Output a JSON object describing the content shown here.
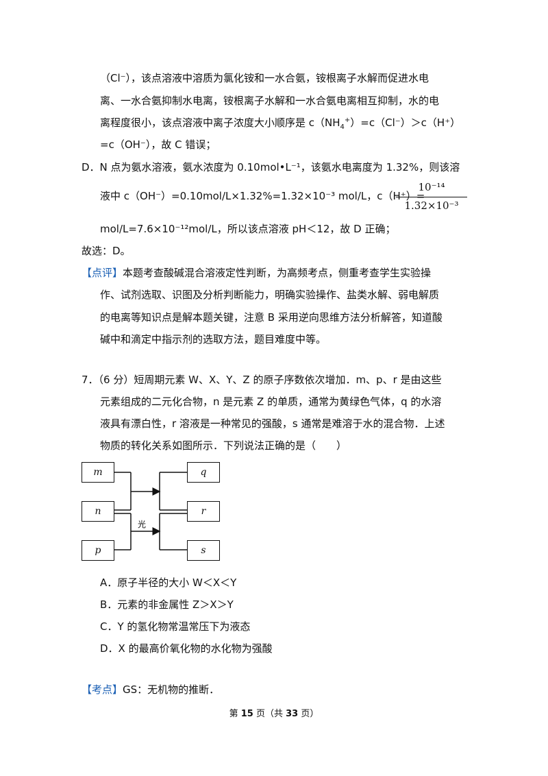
{
  "analysis_c": {
    "line1": "（Cl⁻），该点溶液中溶质为氯化铵和一水合氨，铵根离子水解而促进水电",
    "line2": "离、一水合氨抑制水电离，铵根离子水解和一水合氨电离相互抑制，水的电",
    "line3_a": "离程度很小，该点溶液中离子浓度大小顺序是 c（NH",
    "line3_sub": "4",
    "line3_sup": "+",
    "line3_b": "）=c（Cl⁻）＞c（H⁺）",
    "line4": "=c（OH⁻），故 C 错误；"
  },
  "analysis_d": {
    "line1": "D．N 点为氨水溶液，氨水浓度为 0.10mol•L⁻¹，该氨水电离度为 1.32%，则该溶",
    "line2_a": "液中 c（OH⁻）=0.10mol/L×1.32%=1.32×10⁻³ mol/L，c（H⁺）=",
    "frac_num": "10⁻¹⁴",
    "frac_den": "1.32×10⁻³",
    "line3": "mol/L=7.6×10⁻¹²mol/L，所以该点溶液 pH＜12，故 D 正确；"
  },
  "answer": "故选：D。",
  "comment": {
    "tag": "【点评】",
    "line1": "本题考查酸碱混合溶液定性判断，为高频考点，侧重考查学生实验操",
    "line2": "作、试剂选取、识图及分析判断能力，明确实验操作、盐类水解、弱电解质",
    "line3": "的电离等知识点是解本题关键，注意 B 采用逆向思维方法分析解答，知道酸",
    "line4": "碱中和滴定中指示剂的选取方法，题目难度中等。"
  },
  "question7": {
    "line1": "7．（6 分）短周期元素 W、X、Y、Z 的原子序数依次增加．m、p、r 是由这些",
    "line2": "元素组成的二元化合物，n 是元素 Z 的单质，通常为黄绿色气体，q 的水溶",
    "line3": "液具有漂白性，r 溶液是一种常见的强酸，s 通常是难溶于水的混合物．上述",
    "line4": "物质的转化关系如图所示．下列说法正确的是（　　）"
  },
  "diagram": {
    "boxes": [
      "m",
      "n",
      "p",
      "q",
      "r",
      "s"
    ],
    "light_label": "光"
  },
  "options": [
    "A．原子半径的大小 W＜X＜Y",
    "B．元素的非金属性 Z＞X＞Y",
    "C．Y 的氢化物常温常压下为液态",
    "D．X 的最高价氧化物的水化物为强酸"
  ],
  "kaodian": {
    "tag": "【考点】",
    "text": "GS：无机物的推断．"
  },
  "footer": {
    "prefix": "第 ",
    "page": "15",
    "middle": " 页（共 ",
    "total": "33",
    "suffix": " 页）"
  },
  "colors": {
    "highlight": "#1a5fb4",
    "text": "#111111"
  }
}
